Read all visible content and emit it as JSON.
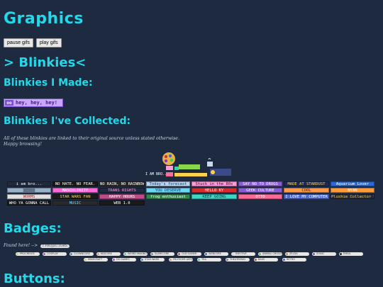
{
  "page": {
    "title": "Graphics",
    "buttons": {
      "pause": "pause gifs",
      "play": "play gifs"
    },
    "blinkies_heading": "> Blinkies<",
    "made_heading": "Blinkies I Made:",
    "collected_heading": "Blinkies I've Collected:",
    "note_line1": "All of these blinkies are linked to their original source unless stated otherwise.",
    "note_line2": "Happy browsing!",
    "badges_heading": "Badges:",
    "found_text": "Found here! -->",
    "found_tag": "f PROJECTORS",
    "buttons_heading": "Buttons:"
  },
  "my_blinkie": {
    "icon": "oo",
    "text": "hey, hey, hey!",
    "color": "#c9a7ff"
  },
  "decor": {
    "small_text": "I AM BRO...",
    "stars": "♥ ★ ★"
  },
  "blinkies": [
    {
      "text": "i am bro...",
      "bg": "#1e2a40",
      "fg": "#ffffff"
    },
    {
      "text": "NO HATE. NO FEAR.",
      "bg": "#1a1a1a",
      "fg": "#ffffff"
    },
    {
      "text": "NO RAIN, NO RAINBOWS",
      "bg": "#2a2a2a",
      "fg": "#ffffff"
    },
    {
      "text": "Today's forecast",
      "bg": "#b8d4f0",
      "fg": "#203060"
    },
    {
      "text": "Stuck in the 80s",
      "bg": "#ff9ad8",
      "fg": "#3a0a3a"
    },
    {
      "text": "SAY NO TO DRUGS",
      "bg": "#8a5cd6",
      "fg": "#ffffff"
    },
    {
      "text": "MADE AT STARDUST",
      "bg": "#1a2a5a",
      "fg": "#ffd24a"
    },
    {
      "text": "Aquarium Lover",
      "bg": "#2a6ad8",
      "fg": "#ffffff"
    },
    {
      "text": "▒▒▒▒▒",
      "bg": "#9ab0c8",
      "fg": "#203040"
    },
    {
      "text": "MASCULINITY",
      "bg": "#ff6ad8",
      "fg": "#ffffff"
    },
    {
      "text": "TRANS RIGHTS",
      "bg": "#1e2a40",
      "fg": "#ff9ad8"
    },
    {
      "text": "YOU DESERVE",
      "bg": "#6ad8f0",
      "fg": "#203060"
    },
    {
      "text": "HELLO KY",
      "bg": "#d82a2a",
      "fg": "#ffffff"
    },
    {
      "text": "GEEK CULTURE",
      "bg": "#8a5cd6",
      "fg": "#ffffff"
    },
    {
      "text": "COOL",
      "bg": "#ff9a4a",
      "fg": "#3a1a0a"
    },
    {
      "text": "NYAN",
      "bg": "#ff9a3a",
      "fg": "#ffffff"
    },
    {
      "text": "WORMS",
      "bg": "#e0e0e0",
      "fg": "#b01a1a"
    },
    {
      "text": "STAR WARS FAN",
      "bg": "#1a1a1a",
      "fg": "#ffd24a"
    },
    {
      "text": "HAPPY HOURS",
      "bg": "#c04a8a",
      "fg": "#ffffff"
    },
    {
      "text": "frog enthusiast",
      "bg": "#2a8a4a",
      "fg": "#ffffff"
    },
    {
      "text": "KEEP GOING",
      "bg": "#3ad8c8",
      "fg": "#103030"
    },
    {
      "text": "OTTO",
      "bg": "#ff6a9a",
      "fg": "#ffffff"
    },
    {
      "text": "I LOVE MY COMPUTER",
      "bg": "#4a6ad8",
      "fg": "#ffffff"
    },
    {
      "text": "Plushie Collector ♥",
      "bg": "#1e2a40",
      "fg": "#ffd24a"
    },
    {
      "text": "WHO YA GONNA CALL",
      "bg": "#1a1a1a",
      "fg": "#ffffff"
    },
    {
      "text": "MUSIC",
      "bg": "#2a2a2a",
      "fg": "#6ad8ff"
    },
    {
      "text": "WEB 1.0",
      "bg": "#1a1a1a",
      "fg": "#ffffff"
    }
  ],
  "badges": [
    "PROCREATE",
    "COSPLAY",
    "CLOWNCORE",
    "KIDCORE",
    "WEIRD MAKING",
    "SLIMECORE",
    "OLD GAMER",
    "WEBCORE",
    "EMOTIVE",
    "ANIMAL CROSSING",
    "ZELDA",
    "SONIC",
    "EMAIL",
    "MINECRAFT",
    "DS GAMES",
    "STAR WARS",
    "FRUTIGER AERO",
    "TEA",
    "THEATREKID",
    "BASS",
    "RETRO"
  ],
  "colors": {
    "accent": "#23d8e8",
    "background": "#1e2a40"
  }
}
